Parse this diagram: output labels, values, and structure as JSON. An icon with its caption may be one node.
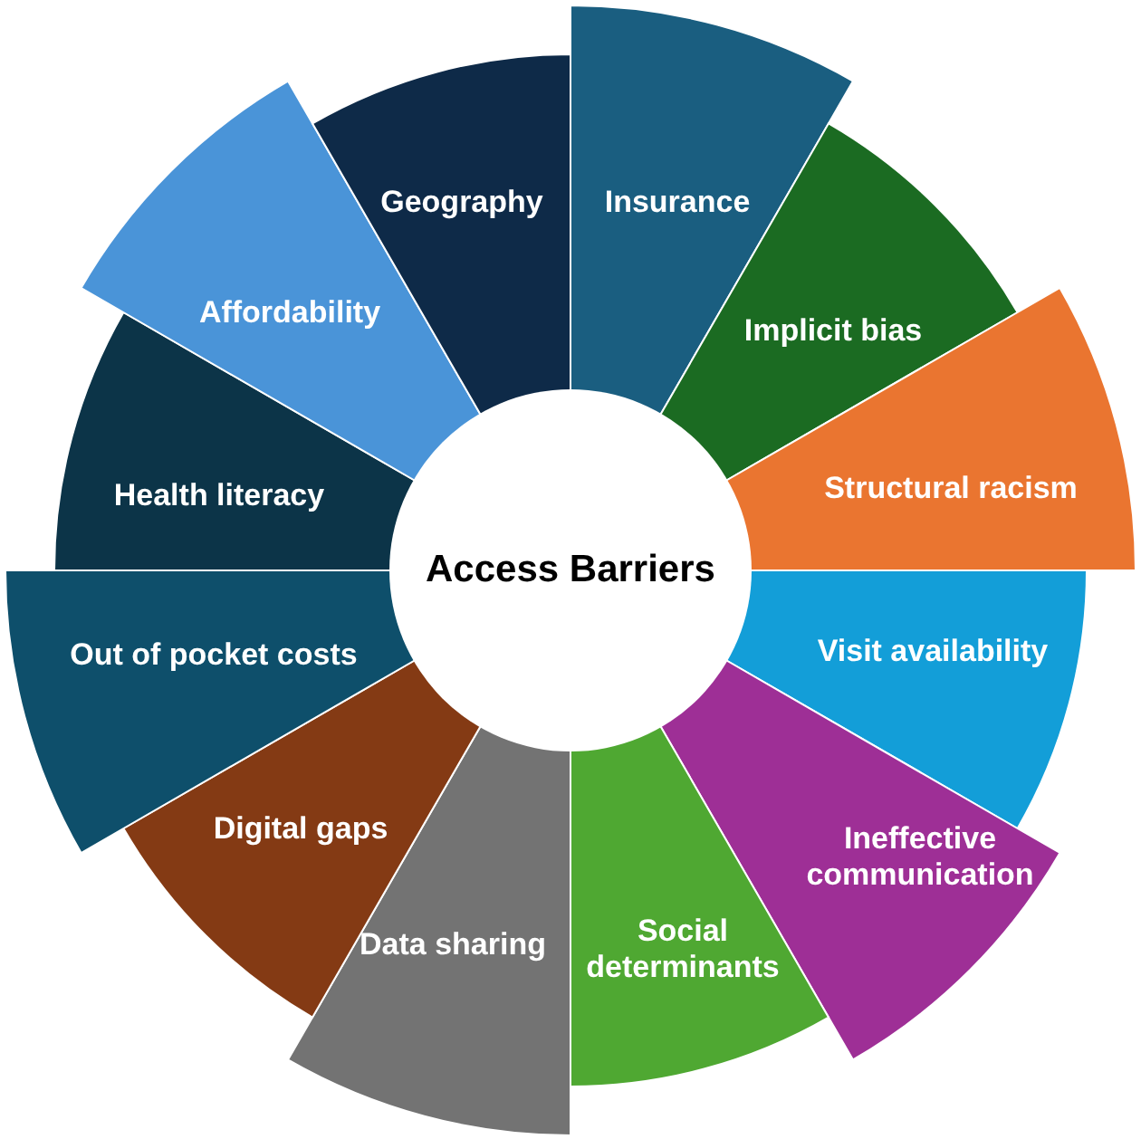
{
  "diagram": {
    "nodes": [
      {
        "text": [
          "Access Barriers"
        ]
      },
      {
        "text": [
          "Insurance"
        ]
      },
      {
        "text": [
          "Implicit bias"
        ]
      },
      {
        "text": [
          "Structural racism"
        ]
      },
      {
        "text": [
          "Visit availability"
        ]
      },
      {
        "text": [
          "Ineffective communication"
        ]
      },
      {
        "text": [
          "Social determinants"
        ]
      },
      {
        "text": [
          "Data sharing"
        ]
      },
      {
        "text": [
          "Digital gaps"
        ]
      },
      {
        "text": [
          "Out of pocket costs"
        ]
      },
      {
        "text": [
          "Health literacy"
        ]
      },
      {
        "text": [
          "Affordability"
        ]
      },
      {
        "text": [
          "Geography"
        ]
      }
    ]
  }
}
